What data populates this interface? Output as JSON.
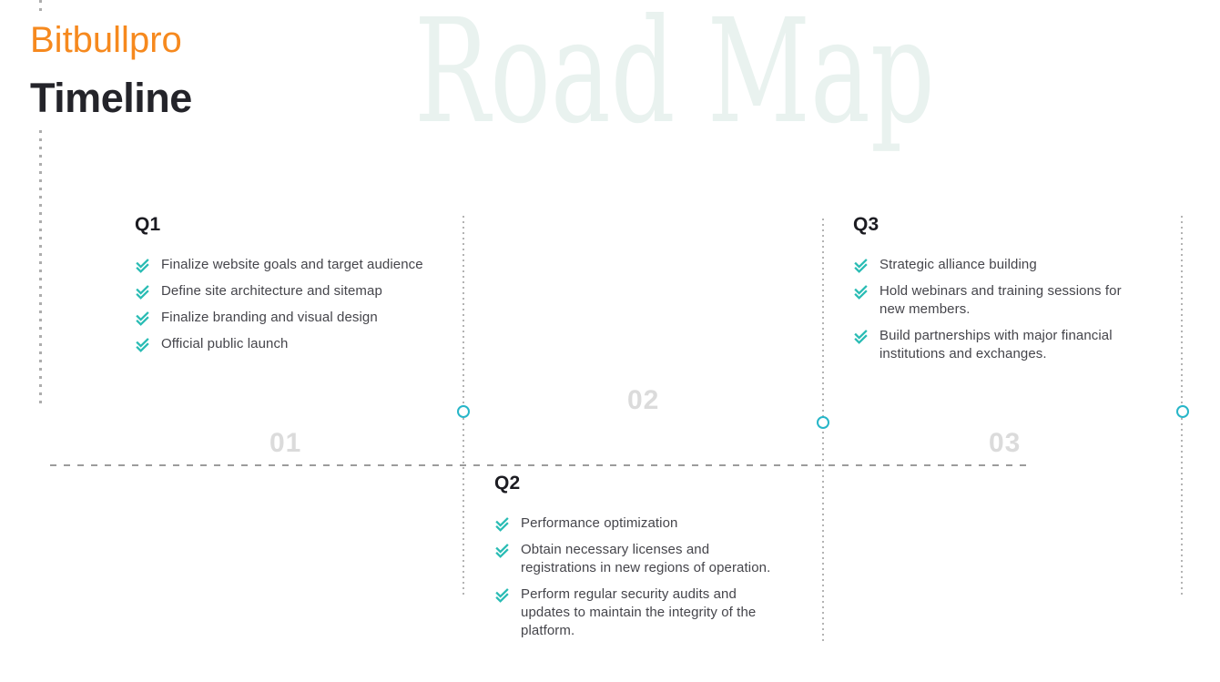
{
  "slide": {
    "brand": "Bitbullpro",
    "title": "Timeline",
    "watermark": "Road Map"
  },
  "colors": {
    "brand_orange": "#F6891E",
    "heading_dark": "#24242A",
    "body_text": "#45454B",
    "check_teal": "#29BCB4",
    "marker_cyan": "#27B6C8",
    "number_gray": "#DBDBDB",
    "line_gray": "#ADADAD",
    "watermark_tint": "#E9F2EF"
  },
  "milestones": [
    {
      "label": "Q1",
      "number": "01",
      "items": [
        "Finalize website goals and target audience",
        "Define site architecture and sitemap",
        "Finalize branding and visual design",
        "Official public launch"
      ]
    },
    {
      "label": "Q2",
      "number": "02",
      "items": [
        "Performance optimization",
        "Obtain necessary licenses and registrations in new regions of operation.",
        "Perform regular security audits and updates to maintain the integrity of the platform."
      ]
    },
    {
      "label": "Q3",
      "number": "03",
      "items": [
        "Strategic alliance building",
        "Hold webinars and training sessions for new members.",
        "Build partnerships with major financial institutions and exchanges."
      ]
    }
  ]
}
